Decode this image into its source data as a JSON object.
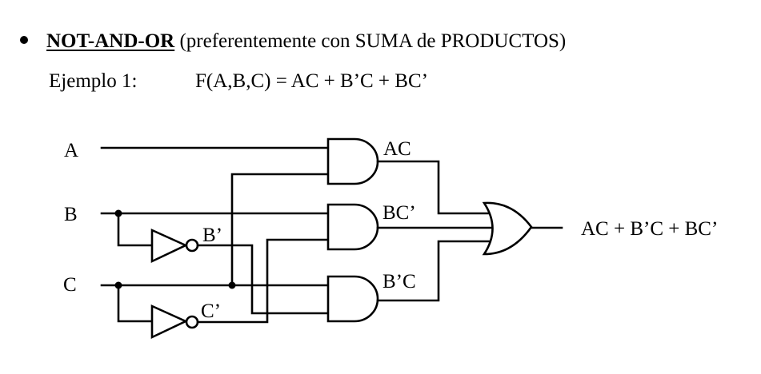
{
  "header": {
    "bullet_heading": "NOT-AND-OR",
    "bullet_rest": " (preferentemente con SUMA de PRODUCTOS)",
    "example_label": "Ejemplo 1:",
    "function": "F(A,B,C) = AC + B’C + BC’"
  },
  "circuit": {
    "inputs": [
      {
        "id": "A",
        "label": "A"
      },
      {
        "id": "B",
        "label": "B"
      },
      {
        "id": "C",
        "label": "C"
      }
    ],
    "inverters": [
      {
        "input": "B",
        "label": "B’"
      },
      {
        "input": "C",
        "label": "C’"
      }
    ],
    "and_gates": [
      {
        "inputs": [
          "A",
          "C"
        ],
        "label": "AC"
      },
      {
        "inputs": [
          "B",
          "C’"
        ],
        "label": "BC’"
      },
      {
        "inputs": [
          "C",
          "B’"
        ],
        "label": "B’C"
      }
    ],
    "or_gate": {
      "inputs": [
        "AC",
        "BC’",
        "B’C"
      ]
    },
    "output_label": "AC + B’C + BC’"
  }
}
